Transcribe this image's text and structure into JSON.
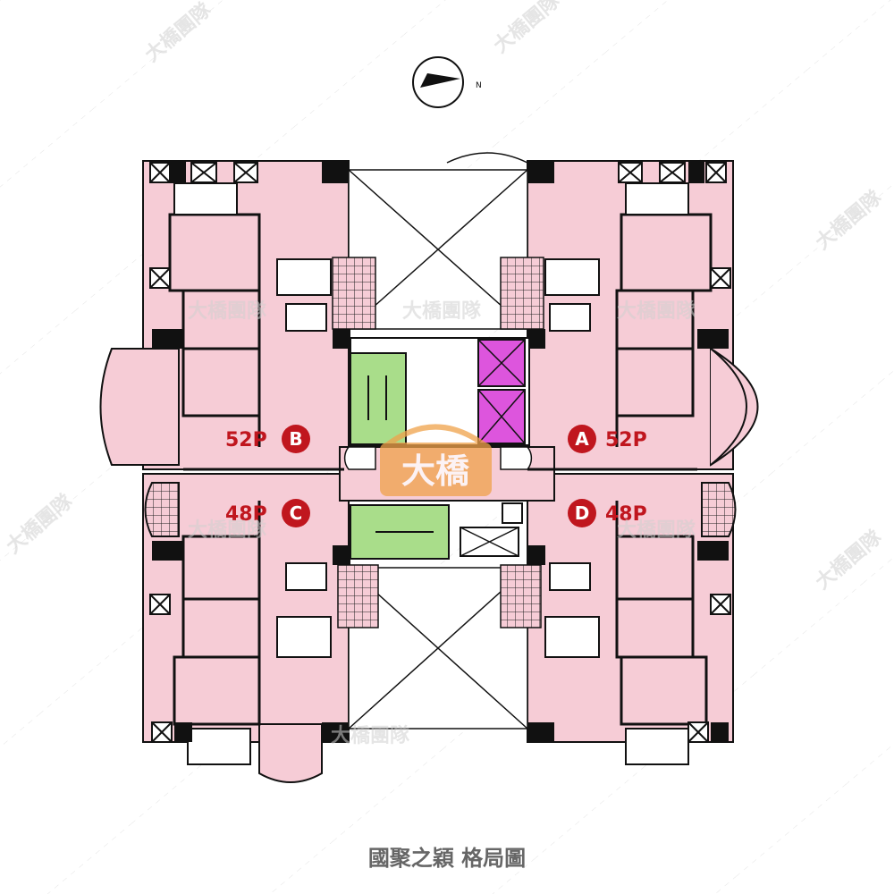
{
  "compass": {
    "north_label": "N"
  },
  "units": [
    {
      "letter": "A",
      "size": "52P"
    },
    {
      "letter": "B",
      "size": "52P"
    },
    {
      "letter": "C",
      "size": "48P"
    },
    {
      "letter": "D",
      "size": "48P"
    }
  ],
  "logo": {
    "text": "大橋"
  },
  "watermark": {
    "text": "大橋團隊"
  },
  "caption": "國聚之穎 格局圖",
  "colors": {
    "room_fill": "#f6ccd6",
    "wall": "#111111",
    "stair_green": "#a9dd8a",
    "elevator_magenta": "#dd55dd",
    "badge_red": "#c0161e",
    "logo_orange": "#f0a24a"
  }
}
